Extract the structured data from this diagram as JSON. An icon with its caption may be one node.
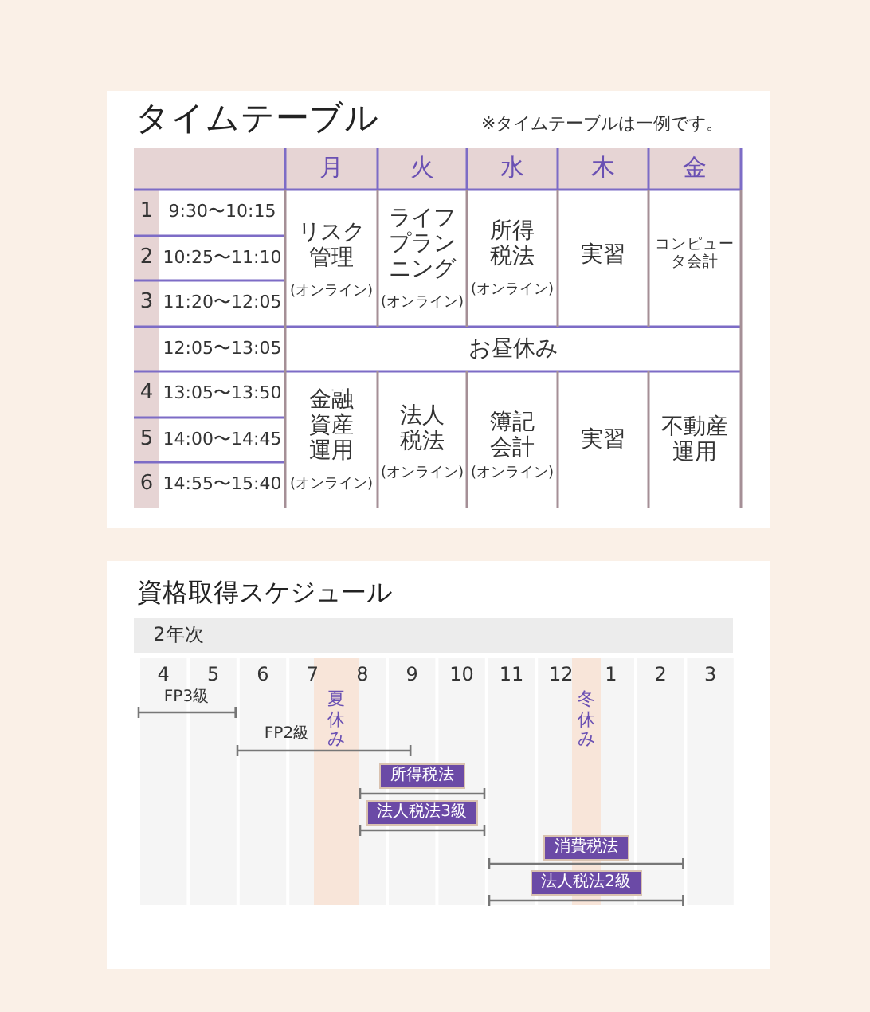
{
  "diagram": {
    "nodes": [
      {
        "text": [
          "タイムテーブル",
          "※タイムテーブルは一例です。"
        ]
      },
      {
        "text": [
          "資格取得スケジュール"
        ]
      }
    ],
    "labels": [
      "月",
      "火",
      "水",
      "木",
      "金",
      "1",
      "9:30〜10:15",
      "リスク管理",
      "(オンライン)",
      "ライフプランニング",
      "(オンライン)",
      "所得税法",
      "(オンライン)",
      "実習",
      "コンピュータ会計",
      "2",
      "10:25〜11:10",
      "3",
      "11:20〜12:05",
      "12:05〜13:05",
      "お昼休み",
      "4",
      "13:05〜13:50",
      "金融資産運用",
      "(オンライン)",
      "法人税法",
      "(オンライン)",
      "簿記会計",
      "(オンライン)",
      "実習",
      "不動産運用",
      "5",
      "14:00〜14:45",
      "6",
      "14:55〜15:40",
      "2年次",
      "4",
      "5",
      "6",
      "7",
      "8",
      "9",
      "10",
      "11",
      "12",
      "1",
      "2",
      "3",
      "夏休み",
      "冬休み",
      "FP3級",
      "FP2級",
      "所得税法",
      "法人税法3級",
      "消費税法",
      "法人税法2級"
    ]
  }
}
